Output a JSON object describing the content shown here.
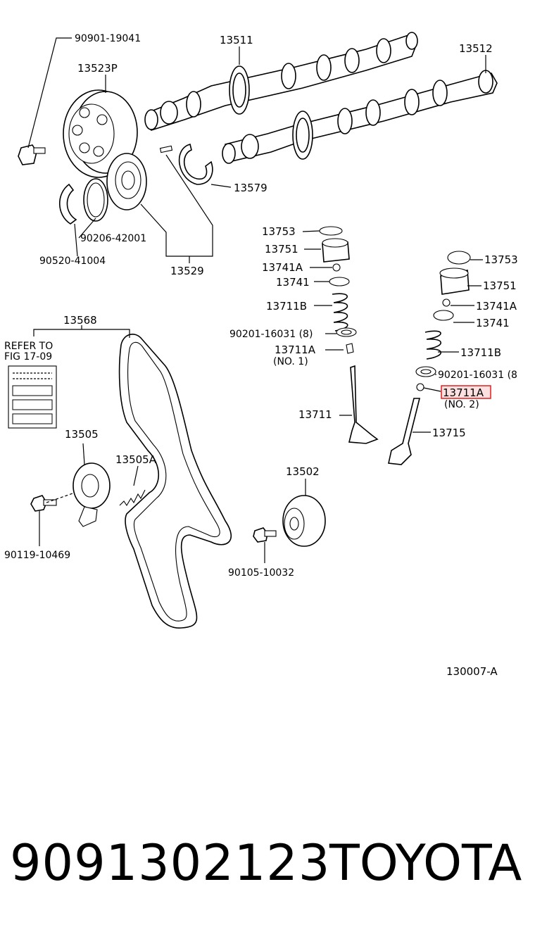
{
  "diagram": {
    "labels": {
      "p90901": "90901-19041",
      "p13511": "13511",
      "p13512": "13512",
      "p13523P": "13523P",
      "p13579": "13579",
      "p90206": "90206-42001",
      "p90520": "90520-41004",
      "p13529": "13529",
      "p13753a": "13753",
      "p13751a": "13751",
      "p13741Aa": "13741A",
      "p13741a": "13741",
      "p13711Ba": "13711B",
      "p90201a": "90201-16031 (8)",
      "p13711Aa": "13711A",
      "no1": "(NO. 1)",
      "p13711": "13711",
      "p13753b": "13753",
      "p13751b": "13751",
      "p13741Ab": "13741A",
      "p13741b": "13741",
      "p13711Bb": "13711B",
      "p90201b": "90201-16031 (8",
      "p13711Ab": "13711A",
      "no2": "(NO. 2)",
      "p13715": "13715",
      "p13568": "13568",
      "refer1": "REFER TO",
      "refer2": "FIG 17-09",
      "p13505": "13505",
      "p13505A": "13505A",
      "p13502": "13502",
      "p90119": "90119-10469",
      "p90105": "90105-10032",
      "figcode": "130007-A"
    },
    "highlight_color": "#e02020"
  },
  "footer": {
    "part_number": "9091302123",
    "brand": "TOYOTA"
  }
}
